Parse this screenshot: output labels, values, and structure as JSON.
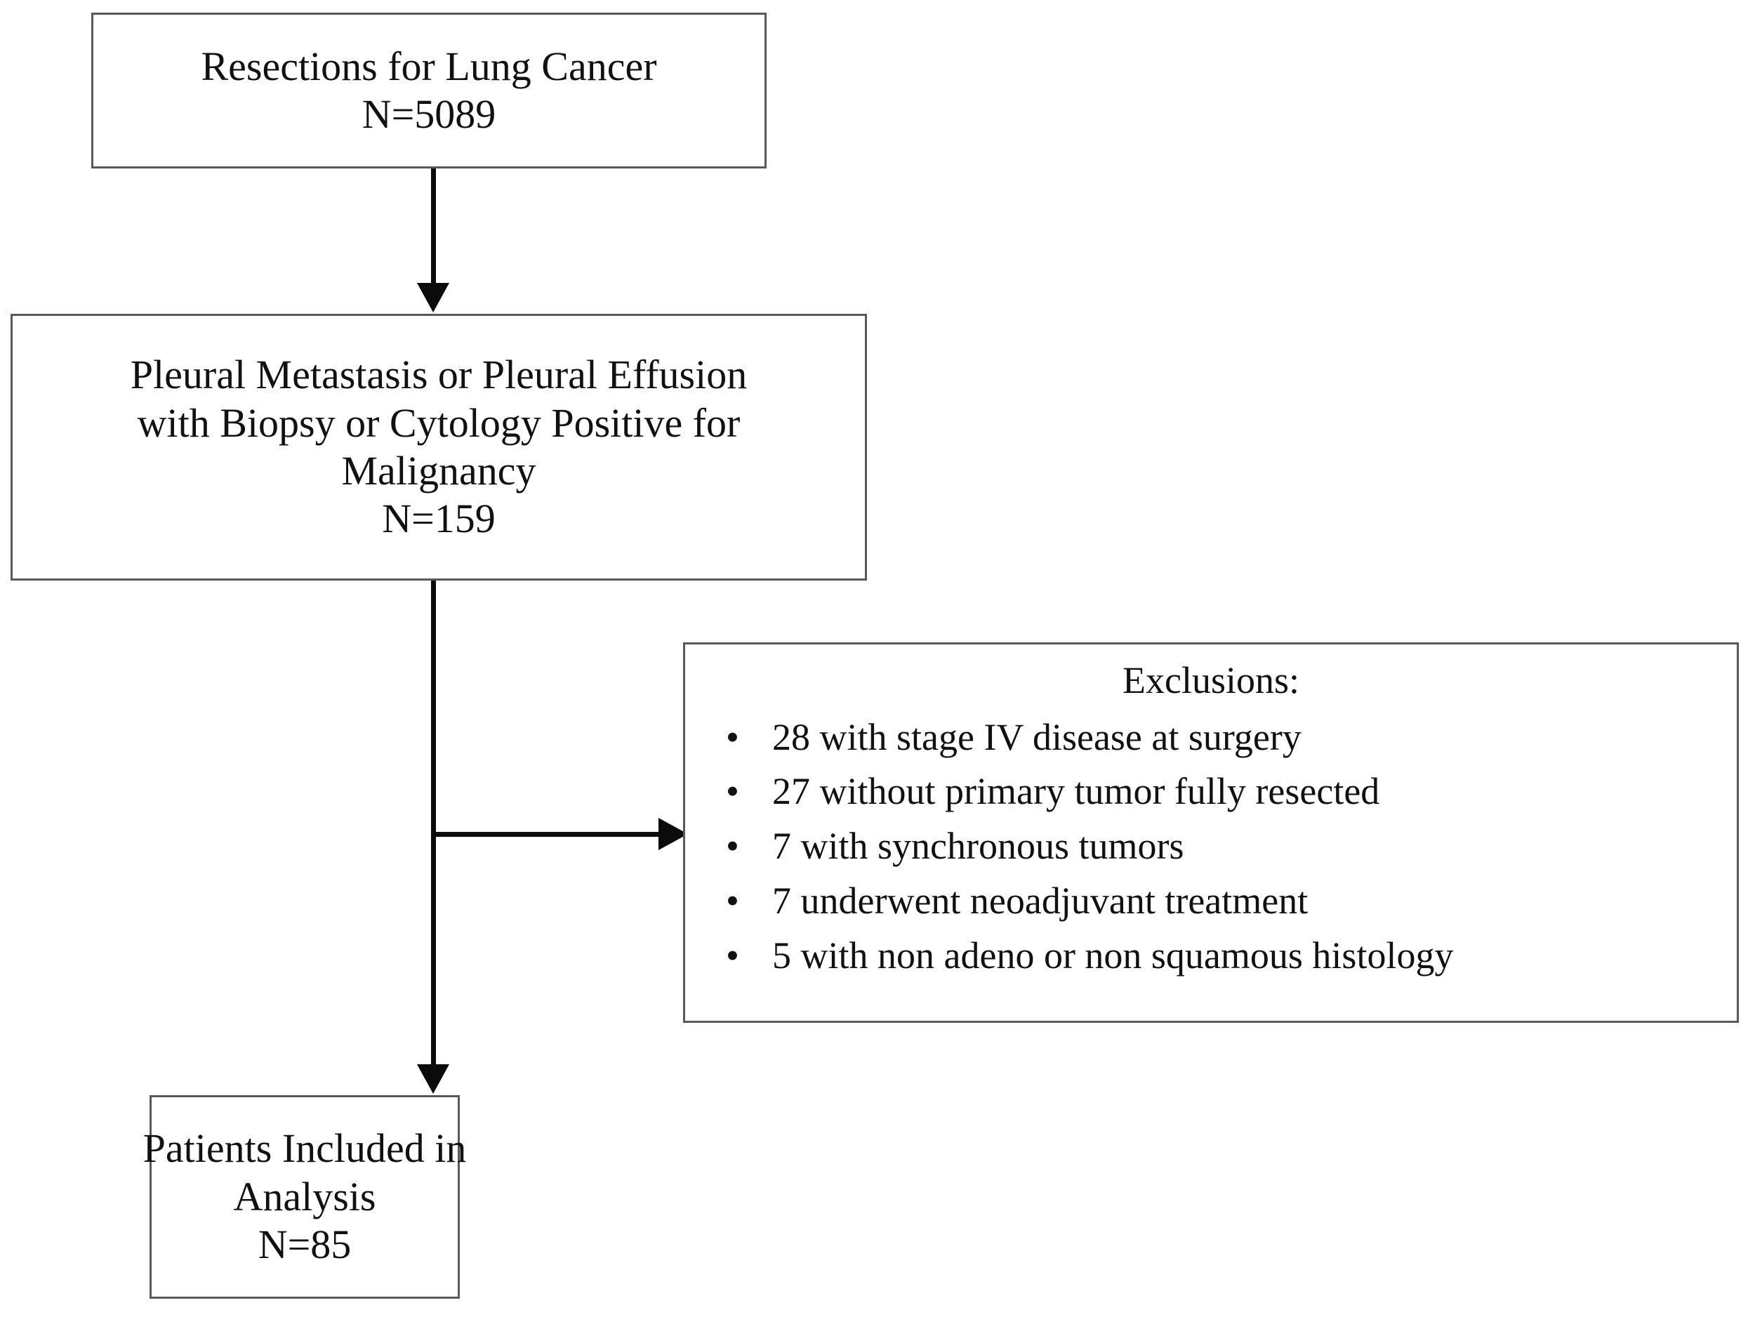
{
  "diagram": {
    "type": "flowchart",
    "title": "Patient selection flow diagram",
    "nodes": {
      "resections": {
        "label": "Resections for Lung Cancer",
        "count_label": "N=5089",
        "n": 5089
      },
      "pleural": {
        "label_line1": "Pleural Metastasis or Pleural Effusion",
        "label_line2": "with Biopsy or Cytology Positive for",
        "label_line3": "Malignancy",
        "count_label": "N=159",
        "n": 159
      },
      "exclusions": {
        "title": "Exclusions:",
        "bullet_glyph": "•",
        "items": [
          {
            "text": "28 with stage IV disease at surgery",
            "n": 28
          },
          {
            "text": "27 without primary tumor fully resected",
            "n": 27
          },
          {
            "text": "7 with synchronous tumors",
            "n": 7
          },
          {
            "text": "7 underwent neoadjuvant treatment",
            "n": 7
          },
          {
            "text": "5 with non adeno or non squamous histology",
            "n": 5
          }
        ]
      },
      "included": {
        "label_line1": "Patients Included in",
        "label_line2": "Analysis",
        "count_label": "N=85",
        "n": 85
      }
    },
    "connectors": [
      {
        "from": "resections",
        "to": "pleural",
        "direction": "down"
      },
      {
        "from": "pleural",
        "to": "included",
        "direction": "down"
      },
      {
        "from": "pleural",
        "to": "exclusions",
        "direction": "right"
      }
    ],
    "colors": {
      "box_border": "#595959",
      "connector": "#0b0b0b",
      "text": "#111111",
      "background": "#ffffff"
    }
  }
}
